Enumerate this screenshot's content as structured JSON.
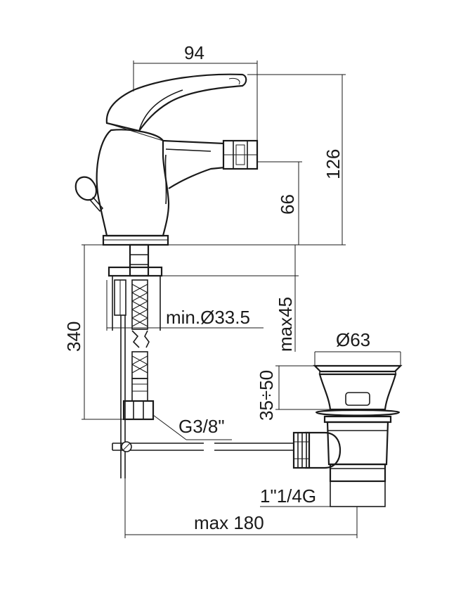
{
  "dimensions": {
    "top_width": "94",
    "overall_height": "126",
    "spout_height": "66",
    "hose_length": "340",
    "deck_max": "max45",
    "hole_min": "min.Ø33.5",
    "waste_diameter": "Ø63",
    "waste_range": "35÷50",
    "thread_hose": "G3/8\"",
    "thread_waste": "1\"1/4G",
    "rod_max": "max 180"
  }
}
